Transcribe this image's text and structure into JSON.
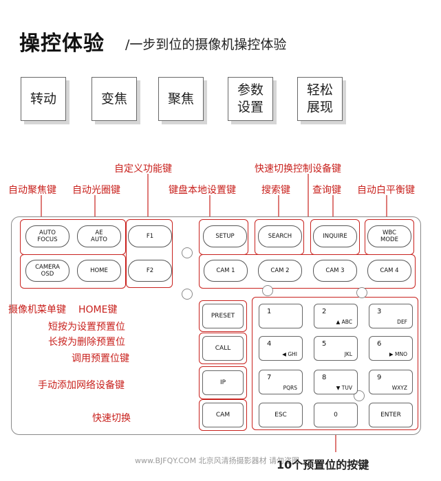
{
  "header": {
    "title": "操控体验",
    "subtitle": "/一步到位的摄像机操控体验"
  },
  "features": [
    "转动",
    "变焦",
    "聚焦",
    "参数\n设置",
    "轻松\n展现"
  ],
  "callouts": {
    "auto_focus": "自动聚焦键",
    "auto_iris": "自动光圈键",
    "custom_keys": "自定义功能键",
    "local_setup": "键盘本地设置键",
    "fast_switch_control": "快速切换控制设备键",
    "search": "搜索键",
    "inquire": "查询键",
    "auto_wb": "自动白平衡键",
    "cam_menu": "摄像机菜单键",
    "home": "HOME键",
    "preset_short": "短按为设置预置位",
    "preset_long": "长按为删除预置位",
    "call_preset": "调用预置位键",
    "add_device": "手动添加网络设备键",
    "quick_switch": "快速切换",
    "ten_presets": "10个预置位的按键"
  },
  "buttons": {
    "auto_focus": "AUTO\nFOCUS",
    "ae_auto": "AE\nAUTO",
    "f1": "F1",
    "f2": "F2",
    "setup": "SETUP",
    "search": "SEARCH",
    "inquire": "INQUIRE",
    "wbc_mode": "WBC\nMODE",
    "camera_osd": "CAMERA\nOSD",
    "home": "HOME",
    "cam1": "CAM 1",
    "cam2": "CAM 2",
    "cam3": "CAM 3",
    "cam4": "CAM 4",
    "preset": "PRESET",
    "call": "CALL",
    "ip": "IP",
    "cam": "CAM"
  },
  "keypad": [
    {
      "digit": "1",
      "sub": ""
    },
    {
      "digit": "2",
      "sub": "▲ ABC"
    },
    {
      "digit": "3",
      "sub": "DEF"
    },
    {
      "digit": "4",
      "sub": "◀ GHI"
    },
    {
      "digit": "5",
      "sub": "JKL"
    },
    {
      "digit": "6",
      "sub": "▶ MNO"
    },
    {
      "digit": "7",
      "sub": "PQRS"
    },
    {
      "digit": "8",
      "sub": "▼ TUV"
    },
    {
      "digit": "9",
      "sub": "WXYZ"
    }
  ],
  "bottom_keys": {
    "esc": "ESC",
    "zero": "0",
    "enter": "ENTER"
  },
  "watermark": "www.BJFQY.COM 北京风清扬摄影器材  请勿盗图",
  "colors": {
    "accent": "#c8201c",
    "text": "#222222",
    "shadow": "#d6d6d6"
  }
}
